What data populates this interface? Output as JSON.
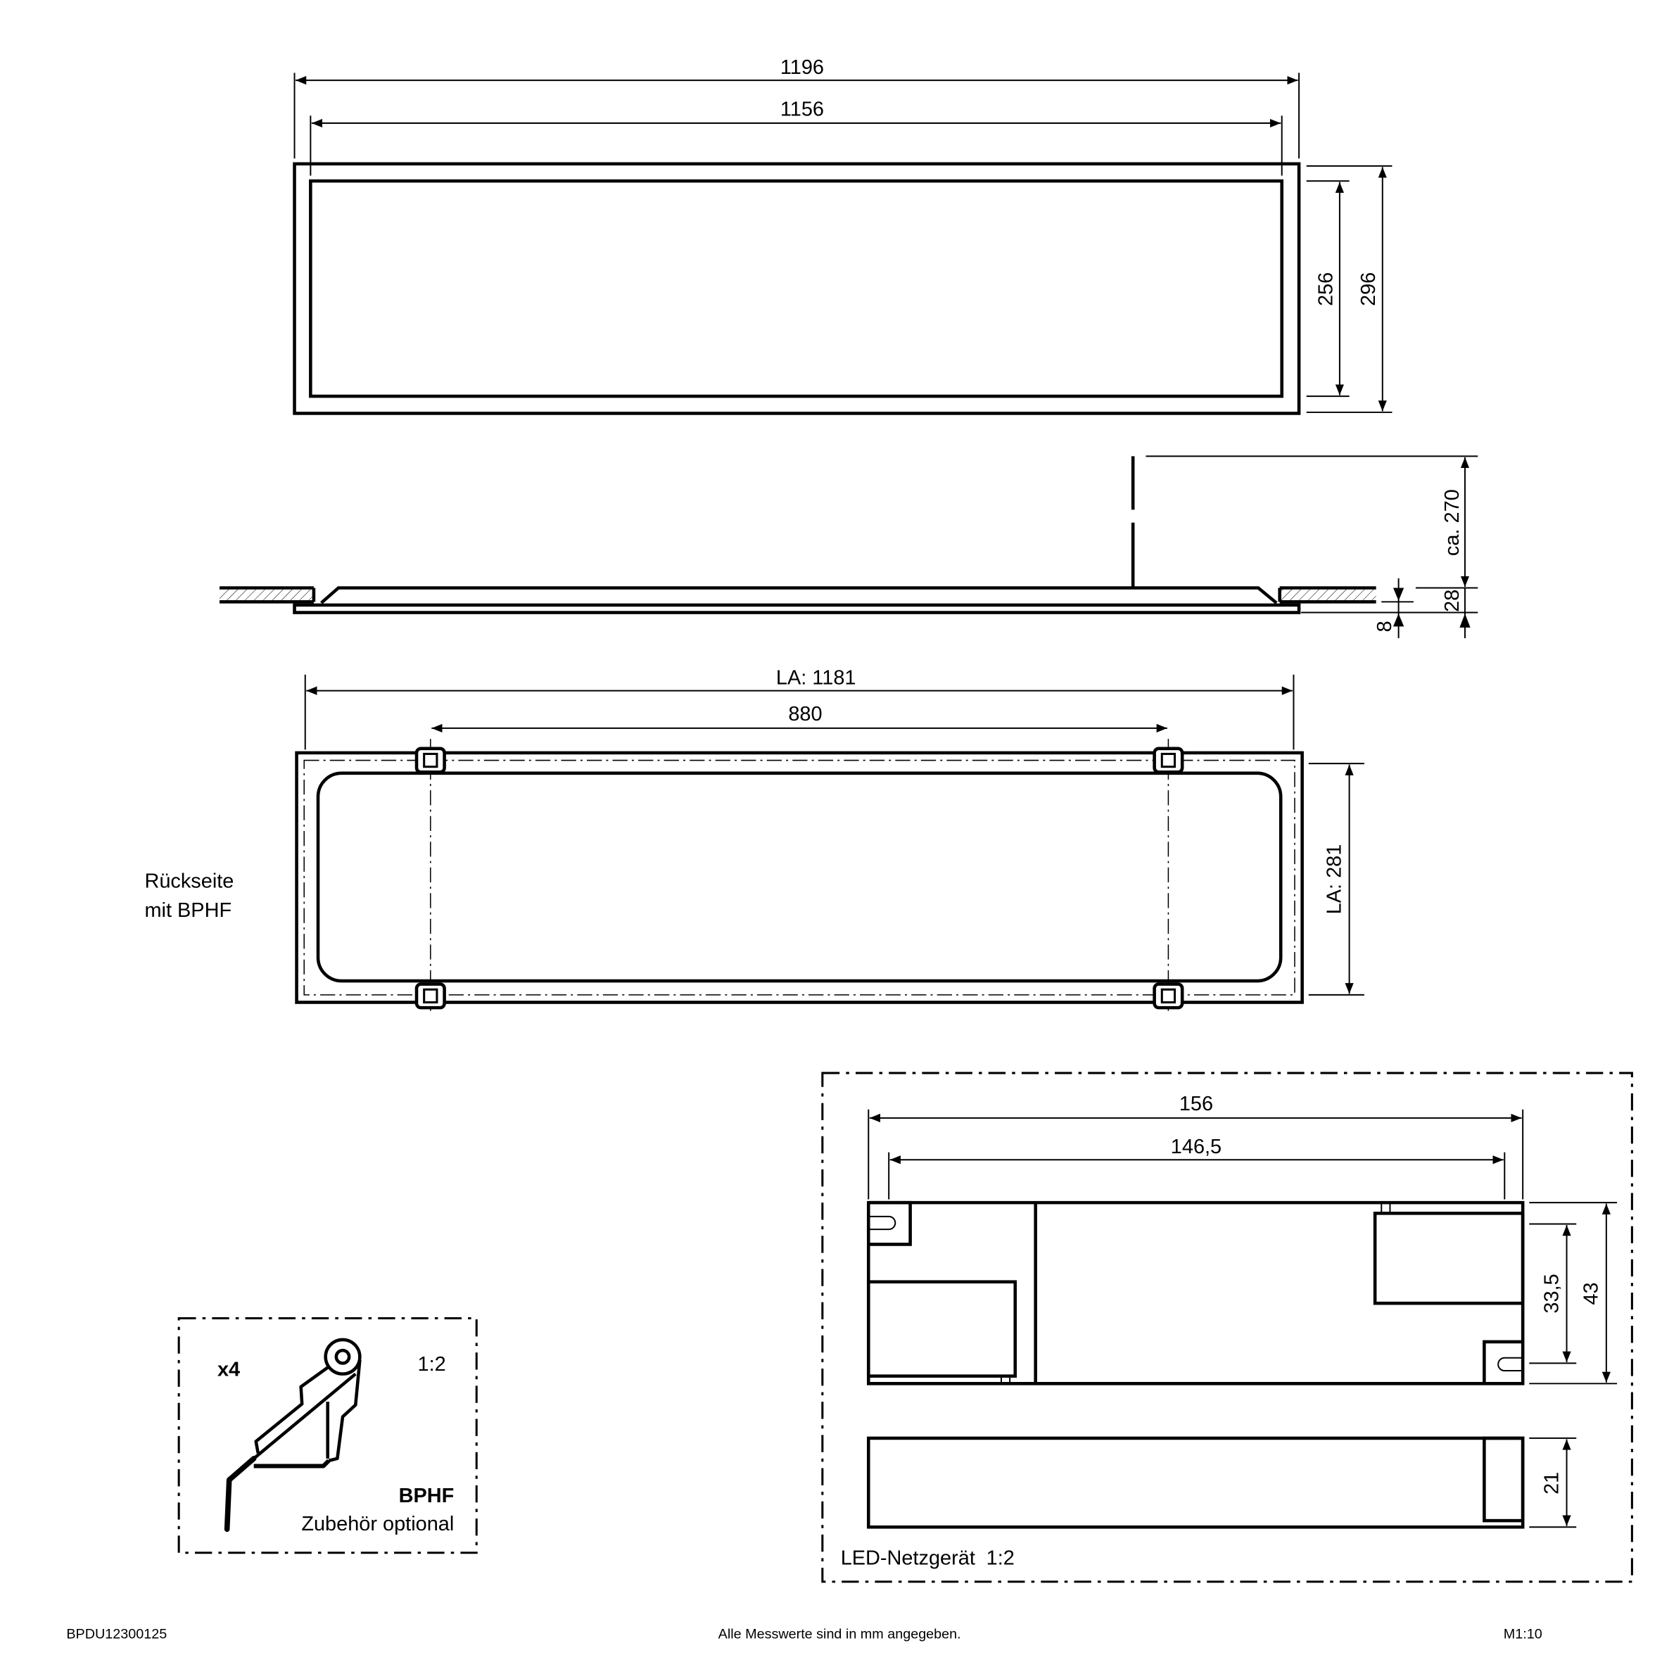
{
  "top_view": {
    "dim_outer_width": "1196",
    "dim_inner_width": "1156",
    "dim_inner_height": "256",
    "dim_outer_height": "296"
  },
  "side_view": {
    "dim_height": "ca. 270",
    "dim_depth": "28",
    "dim_flange": "8"
  },
  "back_view": {
    "label_line1": "Rückseite",
    "label_line2": "mit BPHF",
    "dim_cutout_width": "LA: 1181",
    "dim_clip_spacing": "880",
    "dim_cutout_height": "LA: 281"
  },
  "accessory": {
    "quantity": "x4",
    "scale": "1:2",
    "name": "BPHF",
    "note": "Zubehör optional"
  },
  "driver": {
    "dim_length": "156",
    "dim_mount_spacing": "146,5",
    "dim_mount_height": "33,5",
    "dim_width": "43",
    "dim_height": "21",
    "label": "LED-Netzgerät",
    "scale": "1:2"
  },
  "footer": {
    "article_number": "BPDU12300125",
    "note": "Alle Messwerte sind in mm angegeben.",
    "scale": "M1:10"
  }
}
